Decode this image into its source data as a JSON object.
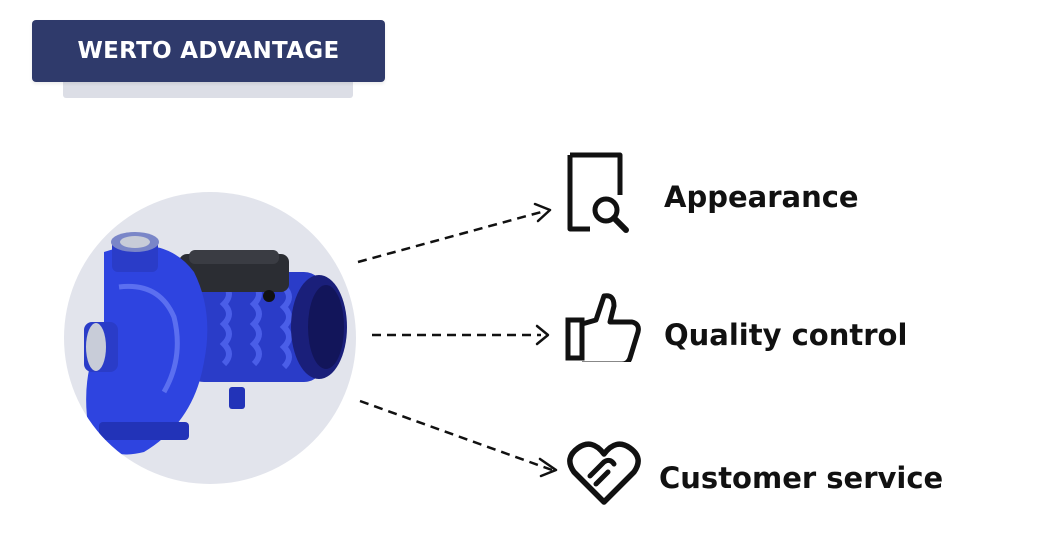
{
  "header": {
    "title": "WERTO ADVANTAGE"
  },
  "product": {
    "image_alt": "blue centrifugal water pump",
    "color": "#2e3fd6"
  },
  "features": [
    {
      "label": "Appearance",
      "icon": "document-search-icon"
    },
    {
      "label": "Quality control",
      "icon": "thumbs-up-icon"
    },
    {
      "label": "Customer service",
      "icon": "heart-handshake-icon"
    }
  ],
  "colors": {
    "title_bg": "#2f3a6b",
    "circle_bg": "#e2e4ec",
    "text": "#111111"
  }
}
